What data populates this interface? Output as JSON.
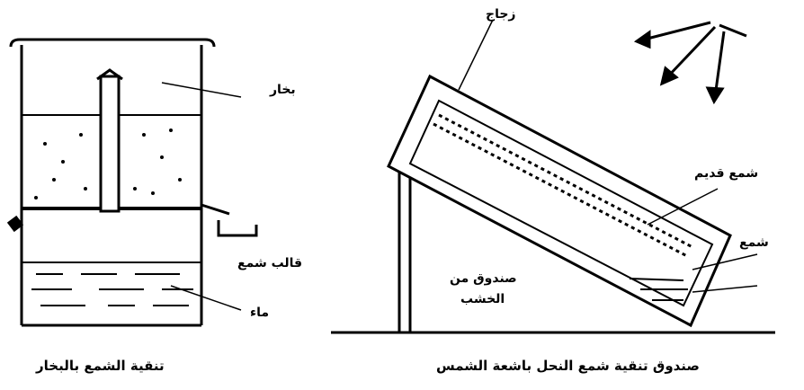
{
  "steam_method": {
    "labels": {
      "steam": "بخار",
      "wax_mold": "قالب شمع",
      "water": "ماء"
    },
    "caption": "تنقية الشمع بالبخار"
  },
  "solar_method": {
    "labels": {
      "glass": "زجاج",
      "old_wax": "شمع قديم",
      "wax": "شمع",
      "wooden_box_line1": "صندوق من",
      "wooden_box_line2": "الخشب"
    },
    "caption": "صندوق تنقية شمع النحل باشعة الشمس"
  }
}
